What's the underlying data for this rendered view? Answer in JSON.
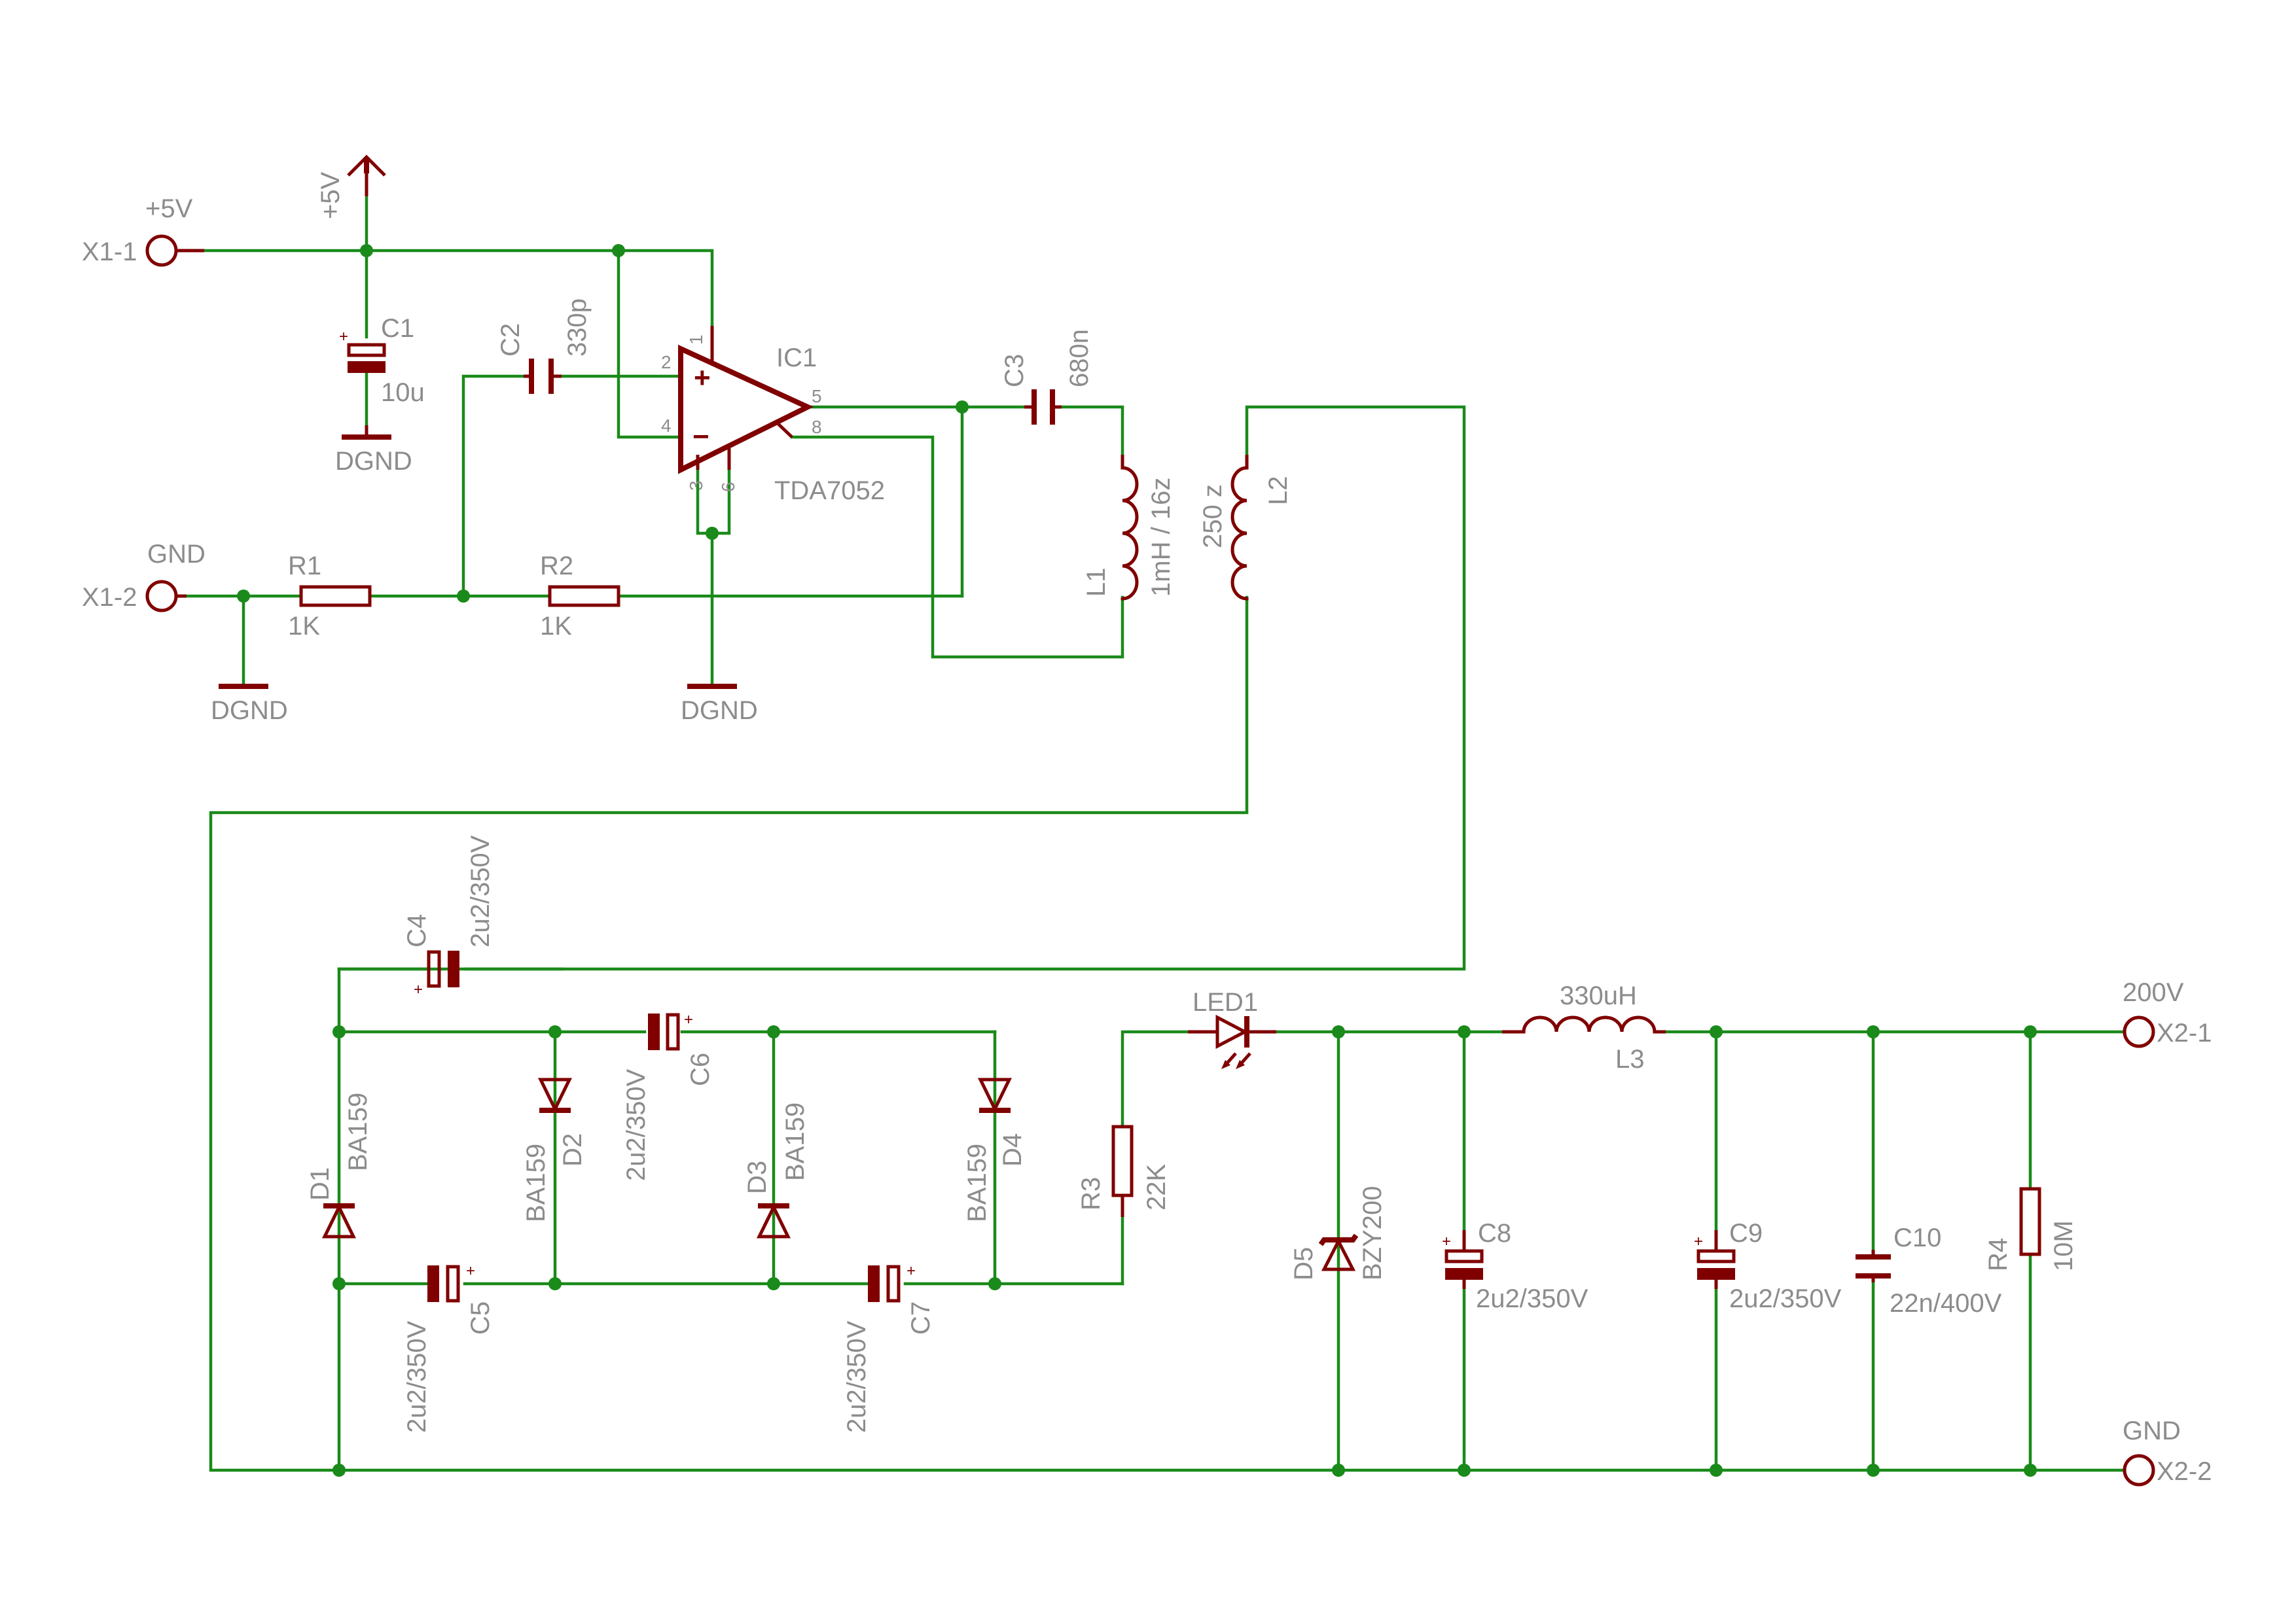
{
  "labels": {
    "x1_1": "X1-1",
    "x1_1_net": "+5V",
    "x1_2": "X1-2",
    "x1_2_net": "GND",
    "x2_1": "X2-1",
    "x2_1_net": "200V",
    "x2_2": "X2-2",
    "x2_2_net": "GND",
    "supply": "+5V",
    "dgnd": "DGND",
    "c1": "C1",
    "c1_val": "10u",
    "c2": "C2",
    "c2_val": "330p",
    "c3": "C3",
    "c3_val": "680n",
    "c4": "C4",
    "c4_val": "2u2/350V",
    "c5": "C5",
    "c5_val": "2u2/350V",
    "c6": "C6",
    "c6_val": "2u2/350V",
    "c7": "C7",
    "c7_val": "2u2/350V",
    "c8": "C8",
    "c8_val": "2u2/350V",
    "c9": "C9",
    "c9_val": "2u2/350V",
    "c10": "C10",
    "c10_val": "22n/400V",
    "r1": "R1",
    "r1_val": "1K",
    "r2": "R2",
    "r2_val": "1K",
    "r3": "R3",
    "r3_val": "22K",
    "r4": "R4",
    "r4_val": "10M",
    "ic1": "IC1",
    "ic1_val": "TDA7052",
    "l1": "L1",
    "l1_val": "1mH / 16z",
    "l2": "L2",
    "l2_val": "250 z",
    "l3": "L3",
    "l3_val": "330uH",
    "led1": "LED1",
    "d1": "D1",
    "d1_val": "BA159",
    "d2": "D2",
    "d2_val": "BA159",
    "d3": "D3",
    "d3_val": "BA159",
    "d4": "D4",
    "d4_val": "BA159",
    "d5": "D5",
    "d5_val": "BZY200",
    "pins": {
      "p1": "1",
      "p2": "2",
      "p3": "3",
      "p4": "4",
      "p5": "5",
      "p6": "6",
      "p8": "8"
    },
    "plus": "+",
    "minus": "−"
  },
  "colors": {
    "wire": "#1a8a1a",
    "symbol": "#800000",
    "text": "#8c8c8c"
  }
}
